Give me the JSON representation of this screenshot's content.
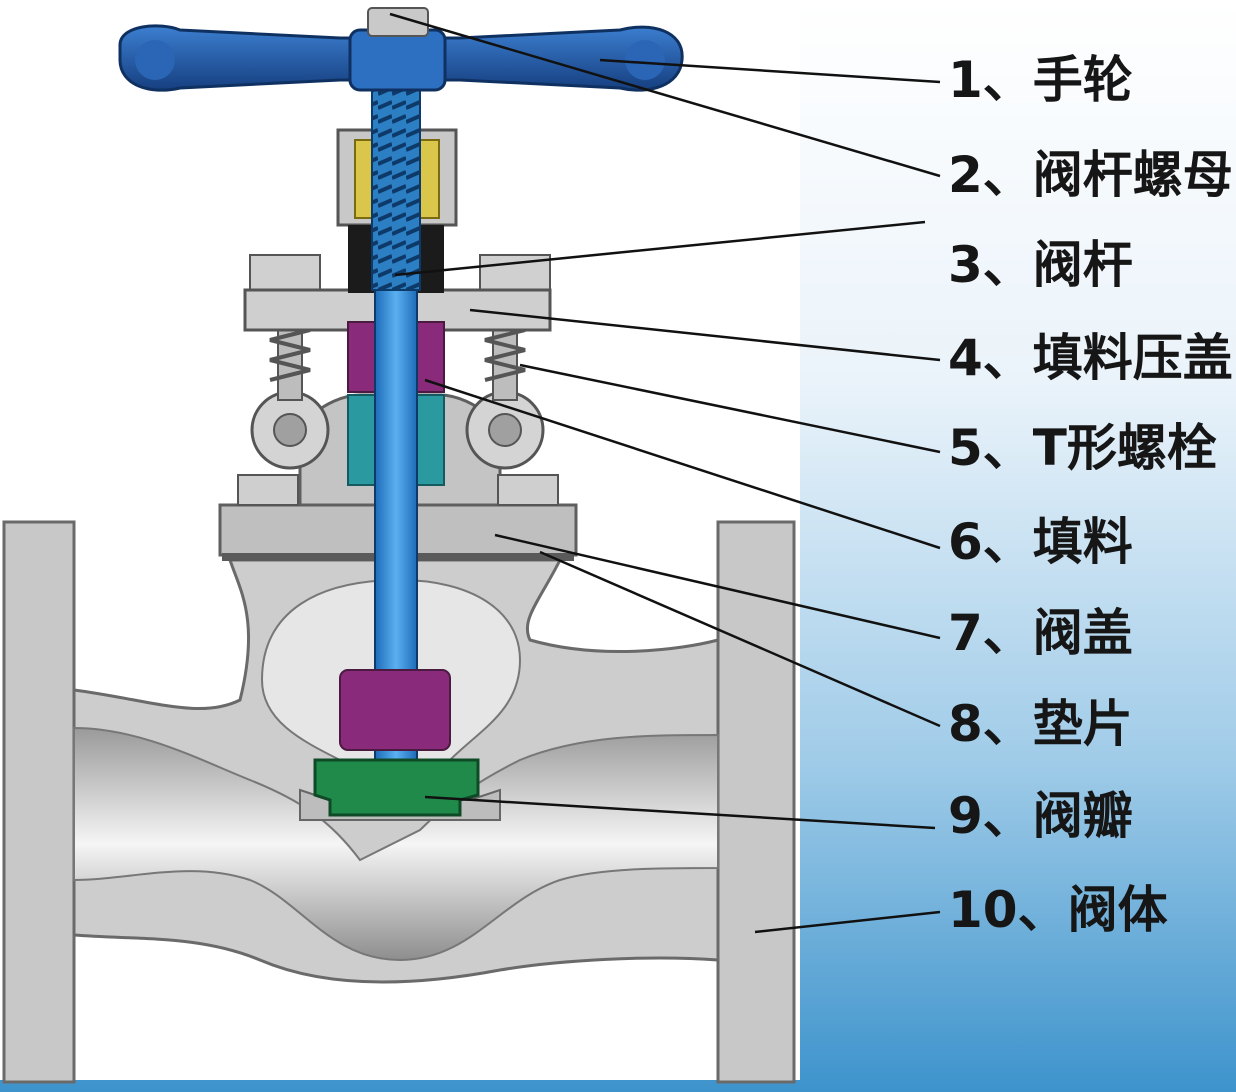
{
  "diagram": {
    "labels": [
      {
        "number": "1",
        "text": "1、手轮"
      },
      {
        "number": "2",
        "text": "2、阀杆螺母"
      },
      {
        "number": "3",
        "text": "3、阀杆"
      },
      {
        "number": "4",
        "text": "4、填料压盖"
      },
      {
        "number": "5",
        "text": "5、T形螺栓"
      },
      {
        "number": "6",
        "text": "6、填料"
      },
      {
        "number": "7",
        "text": "7、阀盖"
      },
      {
        "number": "8",
        "text": "8、垫片"
      },
      {
        "number": "9",
        "text": "9、阀瓣"
      },
      {
        "number": "10",
        "text": "10、阀体"
      }
    ]
  },
  "colors": {
    "handwheel": "#1e5aa6",
    "stem": "#3a8fd8",
    "packing": "#8a2a7a",
    "packing_lower": "#2a9aa0",
    "disc": "#1f8a4a",
    "thread_nut": "#d9c64a",
    "body": "#c9c9c9",
    "background_gradient_end": "#3d93cc"
  }
}
